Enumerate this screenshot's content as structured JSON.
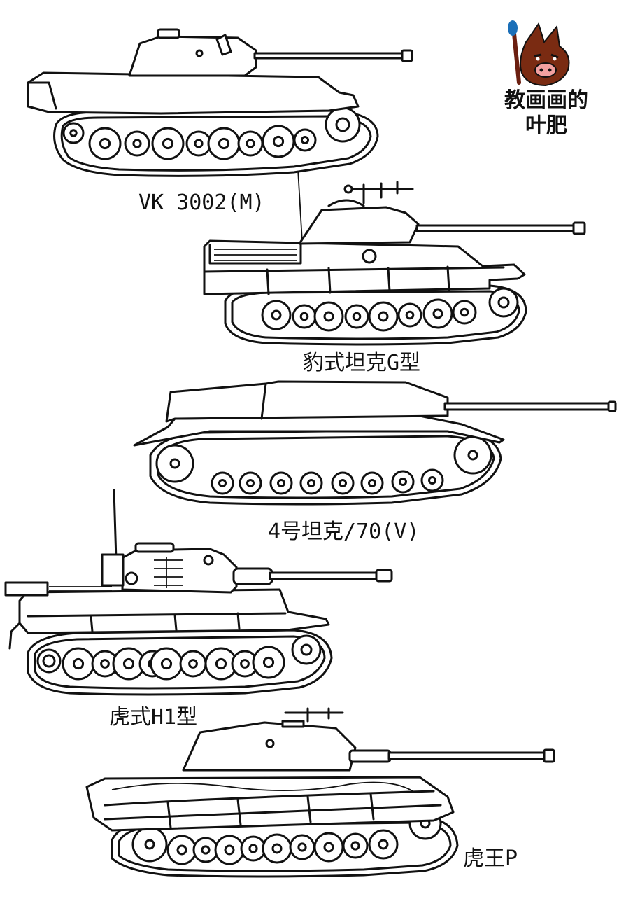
{
  "colors": {
    "ink": "#111111",
    "paper": "#ffffff",
    "mascot": "#7a2b12",
    "mascot_snout": "#f2a0a0",
    "brush_tip": "#1b6fb8"
  },
  "brand": {
    "line1": "教画画的",
    "line2": "叶肥",
    "icon": "boar-mascot-icon"
  },
  "tanks": [
    {
      "id": "vk3002m",
      "label": "VK 3002(M)"
    },
    {
      "id": "panther-g",
      "label": "豹式坦克G型"
    },
    {
      "id": "pz4-70v",
      "label": "4号坦克/70(V)"
    },
    {
      "id": "tiger-h1",
      "label": "虎式H1型"
    },
    {
      "id": "king-tiger-p",
      "label": "虎王P"
    }
  ]
}
